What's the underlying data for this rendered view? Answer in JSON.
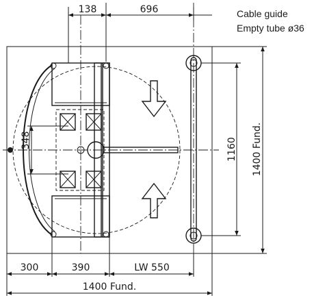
{
  "notes": {
    "cable_guide": "Cable guide",
    "empty_tube": "Empty tube ø36"
  },
  "dimensions": {
    "top_left": "138",
    "top_right": "696",
    "center_vertical": "348",
    "rail_height": "1160",
    "foundation_height": "1400 Fund.",
    "bottom_a": "300",
    "bottom_b": "390",
    "bottom_c": "LW 550",
    "foundation_width": "1400 Fund."
  }
}
